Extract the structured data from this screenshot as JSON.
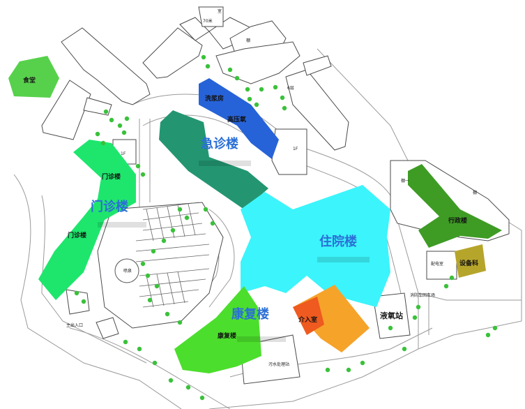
{
  "map": {
    "colors": {
      "canteen": "#57d14b",
      "outpatient": "#1ee66d",
      "emergency": "#239671",
      "washroom": "#2763d8",
      "inpatient": "#3cf4fb",
      "rehab": "#4cde2c",
      "intervention": "#f6a32a",
      "intervention_dark": "#ee5a1f",
      "admin": "#3e9c24",
      "equipment": "#b6a52b",
      "tree": "#3ac13a"
    },
    "labels": {
      "canteen": "食堂",
      "outpatient_big": "门诊楼",
      "outpatient_top": "门诊楼",
      "outpatient_mid": "门诊楼",
      "emergency_big": "急诊楼",
      "washroom": "洗浆房",
      "high_pressure": "高压氧",
      "inpatient_big": "住院楼",
      "rehab_big": "康复楼",
      "rehab_small": "康复楼",
      "intervention": "介入室",
      "oxygen_station": "液氧站",
      "admin": "行政楼",
      "equipment": "设备科",
      "power_room": "配电室",
      "main_entrance": "主出入口",
      "sewage": "污水处理站",
      "floor_1f_a": "1F",
      "floor_1f_b": "1F",
      "fire_lane": "消防车回车场",
      "fountain": "喷泉",
      "shed": "棚",
      "room_top": "室",
      "room_top2": "70米",
      "room_side": "棚一",
      "room_side2": "棚",
      "room_ne": "6层"
    }
  }
}
